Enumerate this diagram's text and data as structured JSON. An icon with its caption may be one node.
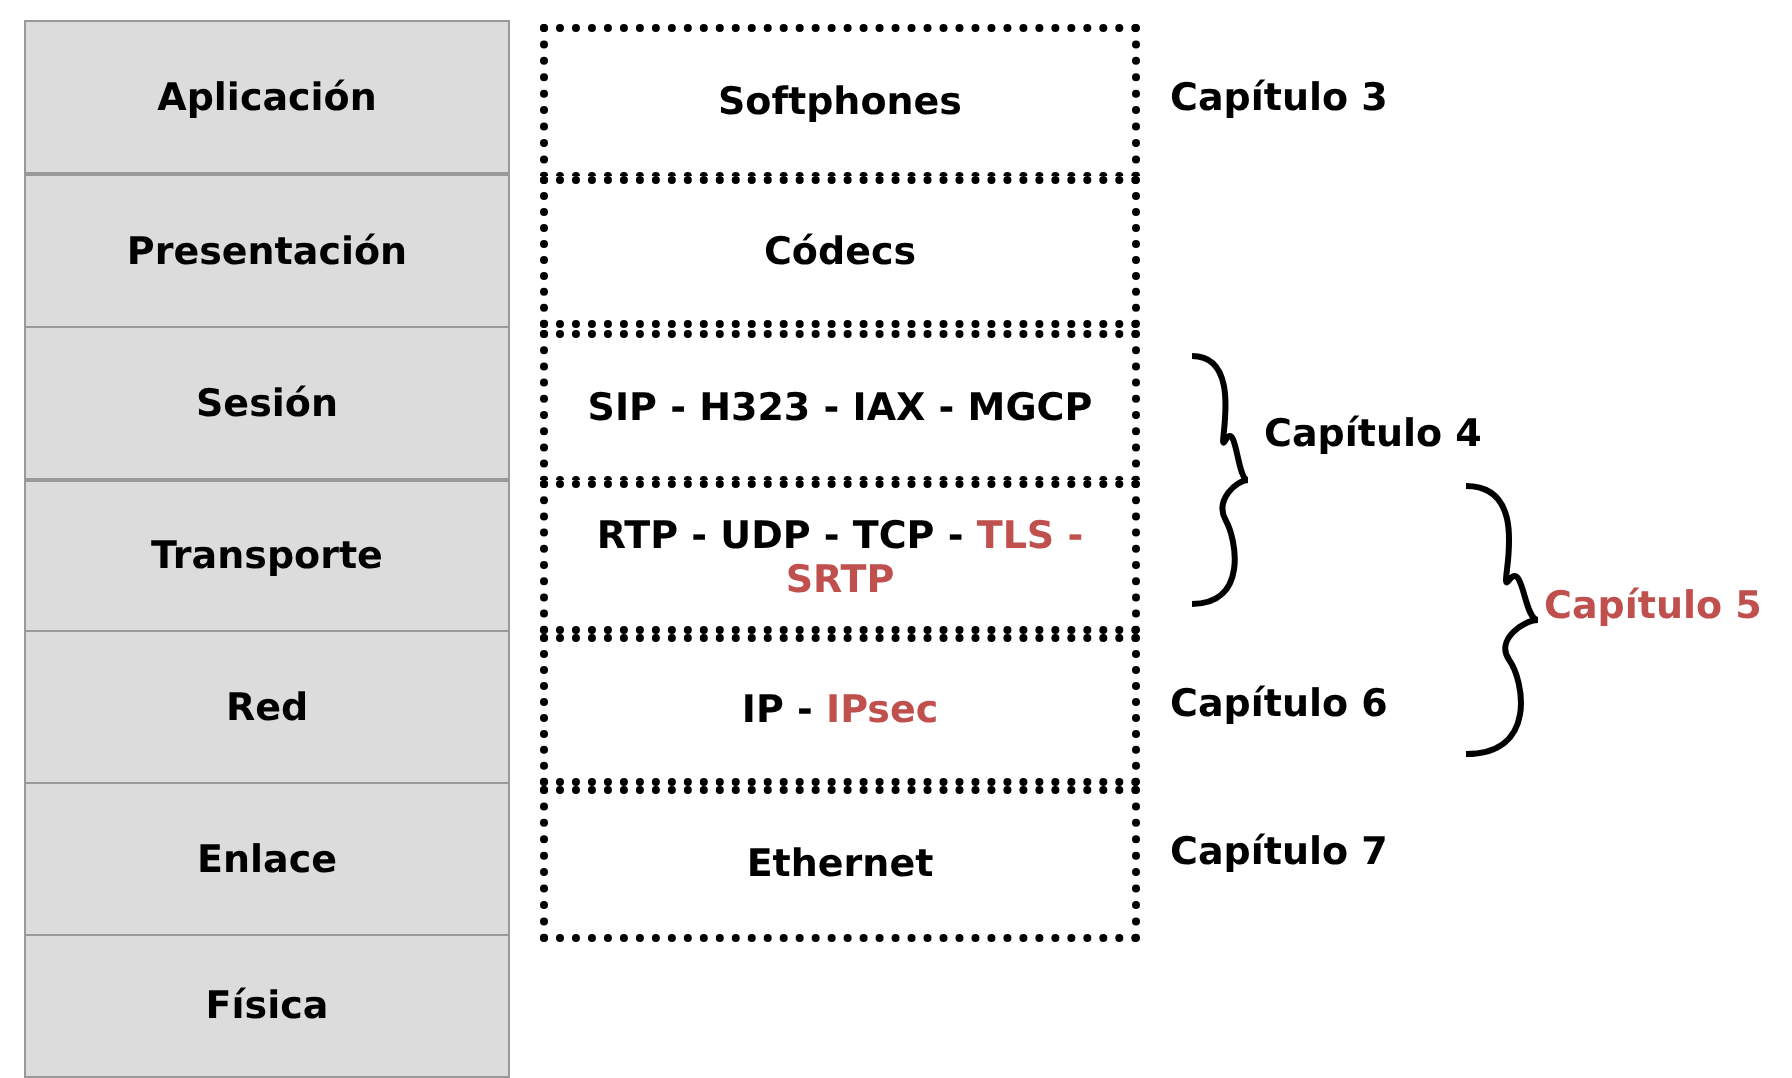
{
  "diagram": {
    "nodes": [
      {
        "text": [
          "Aplicación"
        ]
      },
      {
        "text": [
          "Presentación"
        ]
      },
      {
        "text": [
          "Sesión"
        ]
      },
      {
        "text": [
          "Transporte"
        ]
      },
      {
        "text": [
          "Red"
        ]
      },
      {
        "text": [
          "Enlace"
        ]
      },
      {
        "text": [
          "Física"
        ]
      },
      {
        "text": [
          "Softphones"
        ]
      },
      {
        "text": [
          "Códecs"
        ]
      },
      {
        "text": [
          "SIP - H323 - IAX - MGCP"
        ]
      },
      {
        "text": [
          "RTP - UDP - TCP -",
          "TLS - SRTP"
        ]
      },
      {
        "text": [
          "IP -",
          "IPsec"
        ]
      },
      {
        "text": [
          "Ethernet"
        ]
      }
    ],
    "labels": [
      "Capítulo 3",
      "Capítulo 4",
      "Capítulo 5",
      "Capítulo 6",
      "Capítulo 7"
    ]
  }
}
